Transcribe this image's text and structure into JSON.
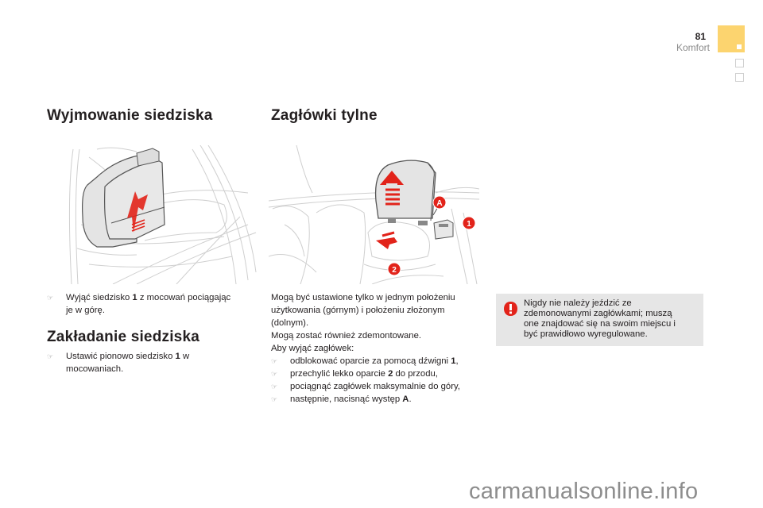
{
  "header": {
    "page_number": "81",
    "chapter": "Komfort",
    "accent_color": "#fcd46f"
  },
  "left_column": {
    "section1": {
      "title": "Wyjmowanie siedziska",
      "image": {
        "description": "rear seat cushion being lifted out",
        "icon": "seat-removal-illustration"
      },
      "steps": [
        {
          "before": "Wyjąć siedzisko ",
          "bold": "1",
          "after": " z mocowań pociągając"
        },
        {
          "continuation": "je w górę."
        }
      ]
    },
    "section2": {
      "title": "Zakładanie siedziska",
      "steps": [
        {
          "before": "Ustawić pionowo siedzisko ",
          "bold": "1",
          "after": " w"
        },
        {
          "continuation": "mocowaniach."
        }
      ]
    }
  },
  "middle_column": {
    "title": "Zagłówki tylne",
    "image": {
      "description": "rear headrest with release lever",
      "labels": [
        "A",
        "1",
        "2"
      ],
      "icon": "headrest-illustration"
    },
    "intro_lines": [
      "Mogą być ustawione tylko w jednym położeniu",
      "użytkowania (górnym) i położeniu złożonym",
      "(dolnym).",
      "Mogą zostać również zdemontowane.",
      "Aby wyjąć zagłówek:"
    ],
    "steps": [
      {
        "before": "odblokować oparcie za pomocą dźwigni ",
        "bold": "1",
        "after": ","
      },
      {
        "before": "przechylić lekko oparcie ",
        "bold": "2",
        "after": " do przodu,"
      },
      {
        "before": "pociągnąć zagłówek maksymalnie do góry,",
        "bold": "",
        "after": ""
      },
      {
        "before": "następnie, nacisnąć występ ",
        "bold": "A",
        "after": "."
      }
    ]
  },
  "warning": {
    "icon": "warning-icon",
    "color": "#e2231a",
    "lines": [
      "Nigdy nie należy jeździć ze",
      "zdemonowanymi zagłówkami; muszą",
      "one znajdować się na swoim miejscu i",
      "być prawidłowo wyregulowane."
    ]
  },
  "watermark": "carmanualsonline.info"
}
